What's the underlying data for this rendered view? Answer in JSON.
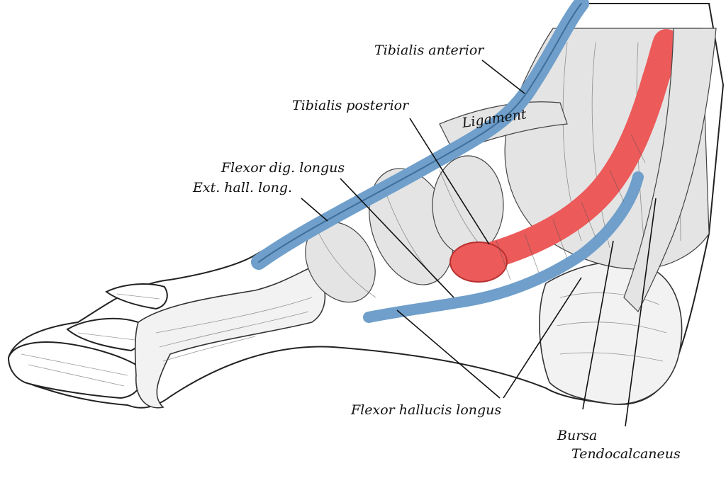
{
  "labels": {
    "tibialis_anterior": "Tibialis anterior",
    "tibialis_posterior": "Tibialis posterior",
    "ligament": "Ligament",
    "flexor_dig_longus": "Flexor dig. longus",
    "ext_hall_long": "Ext. hall. long.",
    "flexor_hallucis_longus": "Flexor hallucis longus",
    "bursa": "Bursa",
    "tendocalcaneus": "Tendocalcaneus"
  },
  "colors": {
    "tendon_blue": "#6f9fca",
    "tendon_blue_dark": "#3f6f99",
    "tendon_red": "#ec5a5a",
    "tendon_red_dark": "#b83030"
  }
}
